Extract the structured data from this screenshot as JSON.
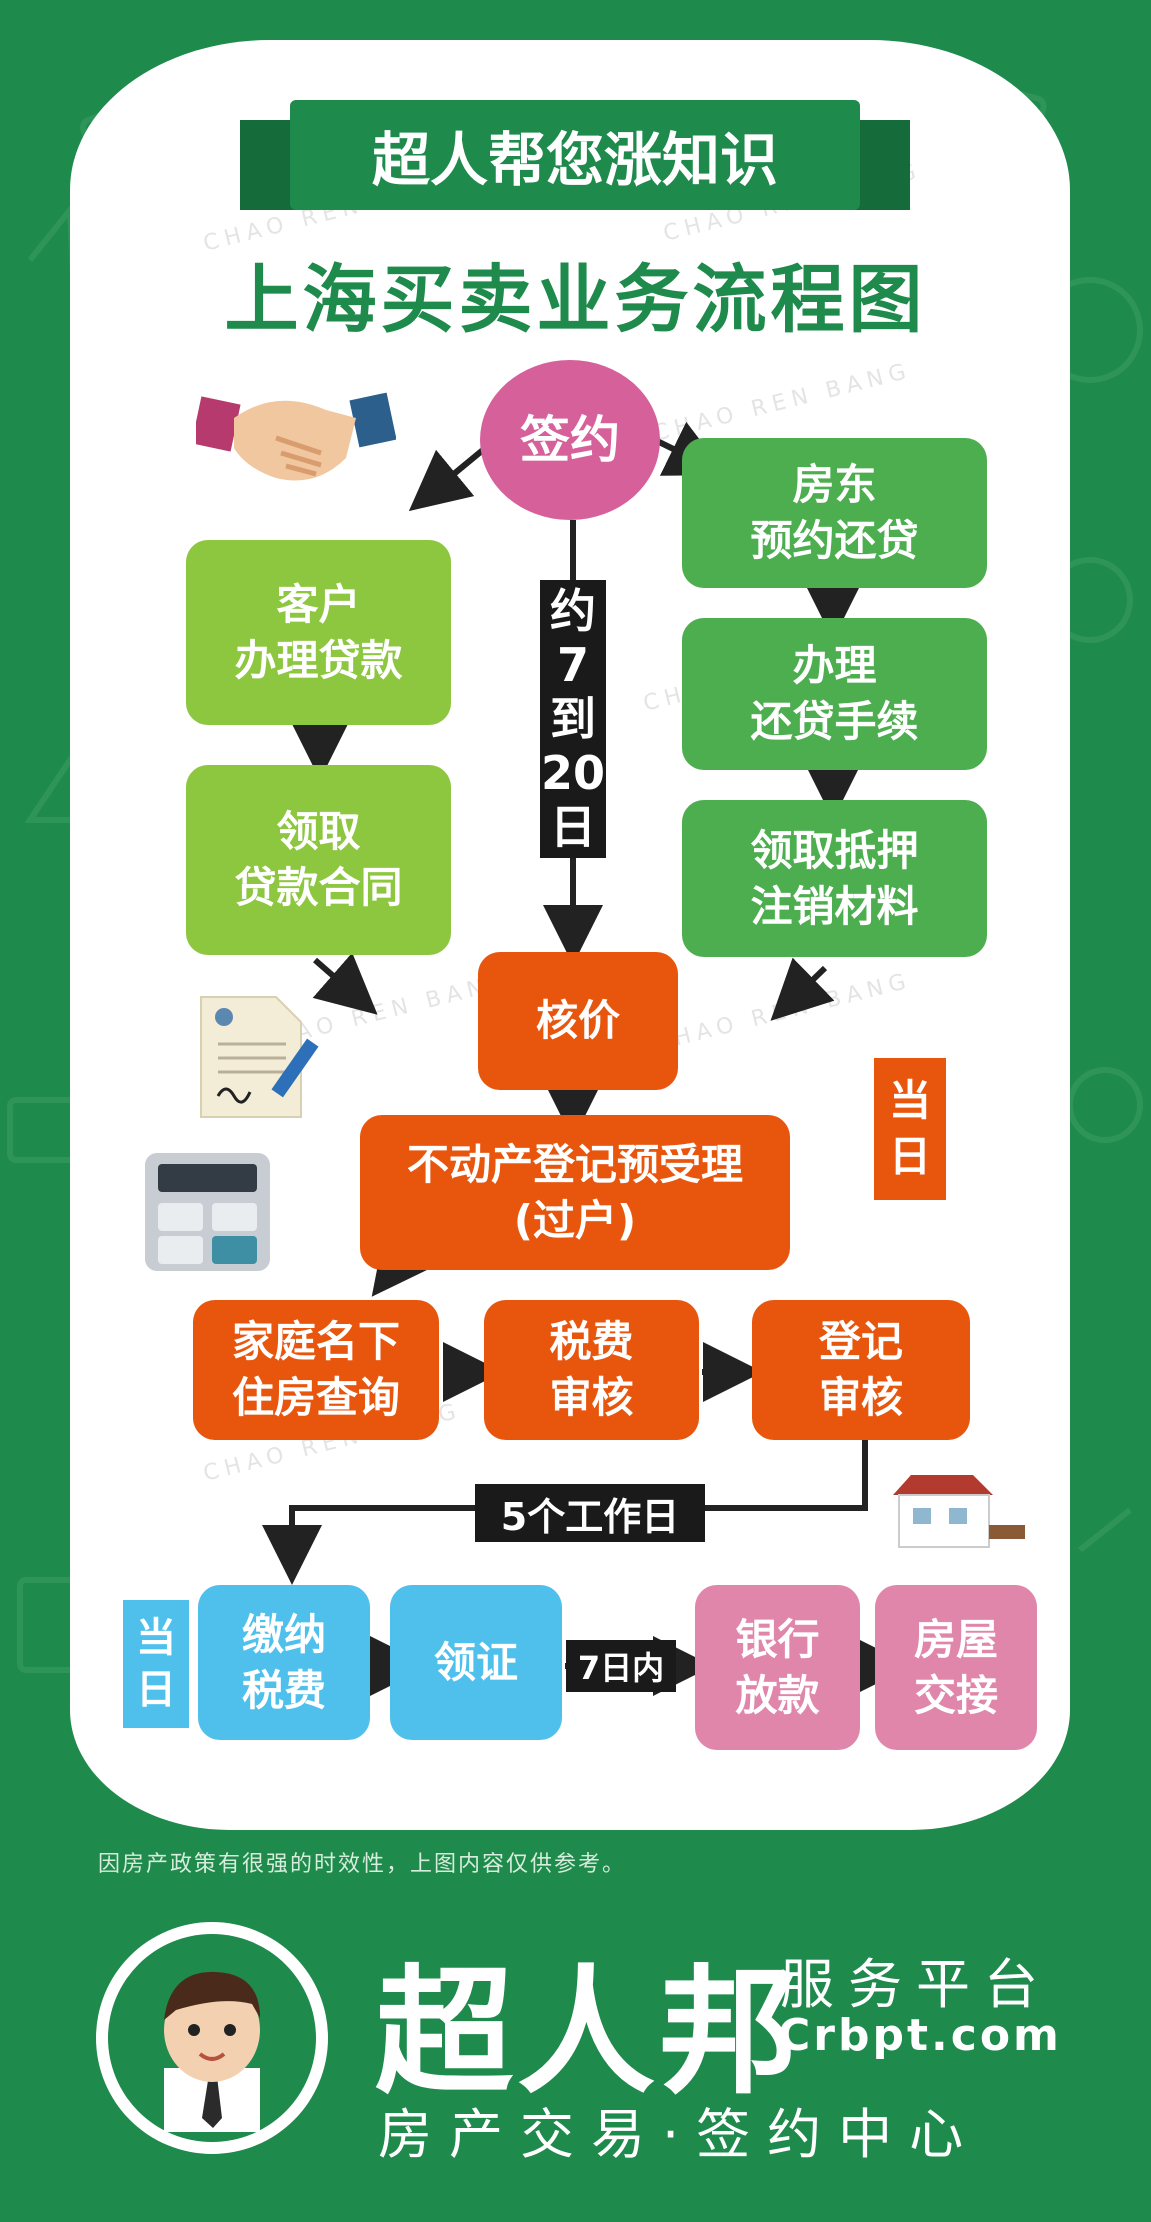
{
  "banner": {
    "title": "超人帮您涨知识"
  },
  "page_title": "上海买卖业务流程图",
  "watermark": "CHAO REN BANG",
  "sign": "签约",
  "left_column": {
    "loan": "客户\n办理贷款",
    "contract": "领取\n贷款合同"
  },
  "middle_label": [
    "约",
    "7",
    "到",
    "20",
    "日"
  ],
  "right_column": {
    "repay_appointment": "房东\n预约还贷",
    "repay_process": "办理\n还贷手续",
    "mortgage_cancel": "领取抵押\n注销材料"
  },
  "appraisal": "核价",
  "pre_registration": "不动产登记预受理\n(过户)",
  "same_day_right": "当\n日",
  "row_three": {
    "housing_query": "家庭名下\n住房查询",
    "tax_review": "税费\n审核",
    "registration_review": "登记\n审核"
  },
  "five_days": "5个工作日",
  "same_day_left": "当\n日",
  "bottom_row": {
    "pay_tax": "缴纳\n税费",
    "certificate": "领证",
    "within_7_days": "7日内",
    "bank_loan": "银行\n放款",
    "handover": "房屋\n交接"
  },
  "footer": {
    "note": "因房产政策有很强的时效性，上图内容仅供参考。",
    "brand": "超人邦",
    "platform": "服务平台",
    "url": "Crbpt.com",
    "subtitle": "房产交易·签约中心"
  },
  "colors": {
    "background": "#1e8a4c",
    "light_green": "#8dc63f",
    "dark_green": "#4cae4f",
    "orange": "#e8560e",
    "blue": "#4fc0ec",
    "pink": "#e086ab",
    "sign_circle": "#d6609a"
  },
  "icons": [
    "handshake-icon",
    "document-pen-icon",
    "calculator-icon",
    "house-icon",
    "avatar"
  ]
}
